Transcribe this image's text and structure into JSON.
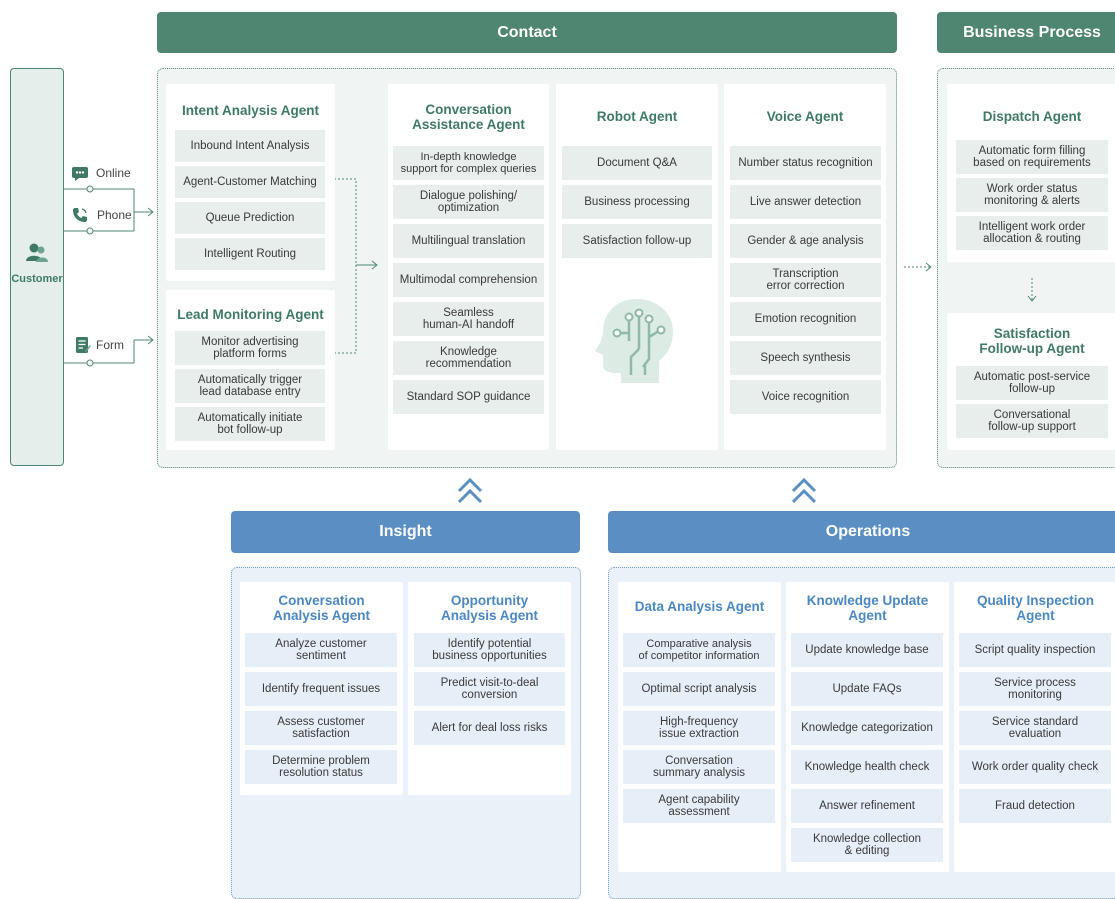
{
  "headers": {
    "contact": "Contact",
    "business_process": "Business Process",
    "insight": "Insight",
    "operations": "Operations"
  },
  "customer": {
    "label": "Customer"
  },
  "channels": [
    {
      "label": "Online",
      "icon": "chat-icon"
    },
    {
      "label": "Phone",
      "icon": "phone-icon"
    },
    {
      "label": "Form",
      "icon": "form-icon"
    }
  ],
  "contact": {
    "intent_agent": {
      "title": "Intent Analysis Agent",
      "items": [
        "Inbound Intent Analysis",
        "Agent-Customer Matching",
        "Queue Prediction",
        "Intelligent Routing"
      ]
    },
    "lead_agent": {
      "title": "Lead Monitoring Agent",
      "items": [
        "Monitor advertising\nplatform forms",
        "Automatically trigger\nlead database entry",
        "Automatically initiate\nbot follow-up"
      ]
    },
    "conversation_agent": {
      "title": "Conversation\nAssistance Agent",
      "items": [
        "In-depth knowledge\nsupport for complex queries",
        "Dialogue polishing/\noptimization",
        "Multilingual translation",
        "Multimodal comprehension",
        "Seamless\nhuman-AI handoff",
        "Knowledge\nrecommendation",
        "Standard SOP guidance"
      ]
    },
    "robot_agent": {
      "title": "Robot Agent",
      "items": [
        "Document Q&A",
        "Business processing",
        "Satisfaction follow-up"
      ]
    },
    "voice_agent": {
      "title": "Voice Agent",
      "items": [
        "Number status recognition",
        "Live answer detection",
        "Gender & age analysis",
        "Transcription\nerror correction",
        "Emotion recognition",
        "Speech synthesis",
        "Voice recognition"
      ]
    }
  },
  "business": {
    "dispatch_agent": {
      "title": "Dispatch Agent",
      "items": [
        "Automatic form filling\nbased on requirements",
        "Work order status\nmonitoring & alerts",
        "Intelligent work order\nallocation & routing"
      ]
    },
    "satisfaction_agent": {
      "title": "Satisfaction\nFollow-up Agent",
      "items": [
        "Automatic post-service\nfollow-up",
        "Conversational\nfollow-up support"
      ]
    }
  },
  "insight": {
    "conversation_analysis_agent": {
      "title": "Conversation\nAnalysis Agent",
      "items": [
        "Analyze customer\nsentiment",
        "Identify frequent issues",
        "Assess customer\nsatisfaction",
        "Determine problem\nresolution status"
      ]
    },
    "opportunity_agent": {
      "title": "Opportunity\nAnalysis Agent",
      "items": [
        "Identify potential\nbusiness opportunities",
        "Predict visit-to-deal\nconversion",
        "Alert for deal loss risks"
      ]
    }
  },
  "operations": {
    "data_agent": {
      "title": "Data Analysis Agent",
      "items": [
        "Comparative analysis\nof competitor information",
        "Optimal script analysis",
        "High-frequency\nissue extraction",
        "Conversation\nsummary analysis",
        "Agent capability\nassessment"
      ]
    },
    "knowledge_agent": {
      "title": "Knowledge Update\nAgent",
      "items": [
        "Update knowledge base",
        "Update FAQs",
        "Knowledge categorization",
        "Knowledge health check",
        "Answer refinement",
        "Knowledge collection\n& editing"
      ]
    },
    "quality_agent": {
      "title": "Quality Inspection\nAgent",
      "items": [
        "Script quality inspection",
        "Service process\nmonitoring",
        "Service standard\nevaluation",
        "Work order quality check",
        "Fraud detection"
      ]
    }
  },
  "colors": {
    "green": "#4f8671",
    "blue": "#5b8fc3",
    "green_title": "#3e7a64",
    "blue_title": "#4a87c4"
  }
}
